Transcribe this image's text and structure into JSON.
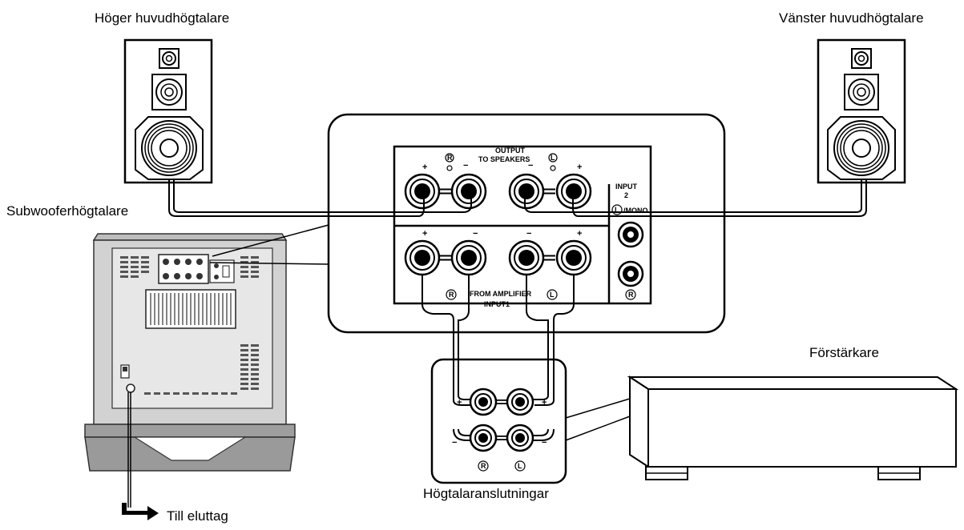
{
  "labels": {
    "right_main_speaker": "Höger huvudhögtalare",
    "left_main_speaker": "Vänster huvudhögtalare",
    "subwoofer": "Subwooferhögtalare",
    "amplifier": "Förstärkare",
    "speaker_terminals": "Högtalaranslutningar",
    "power_outlet": "Till eluttag"
  },
  "panel": {
    "output": "OUTPUT",
    "to_speakers": "TO SPEAKERS",
    "input2": "INPUT",
    "input2_num": "2",
    "mono": "/MONO",
    "from_amplifier": "FROM AMPLIFIER",
    "input1": "INPUT1",
    "plus": "+",
    "minus": "−",
    "r": "R",
    "l": "L"
  }
}
